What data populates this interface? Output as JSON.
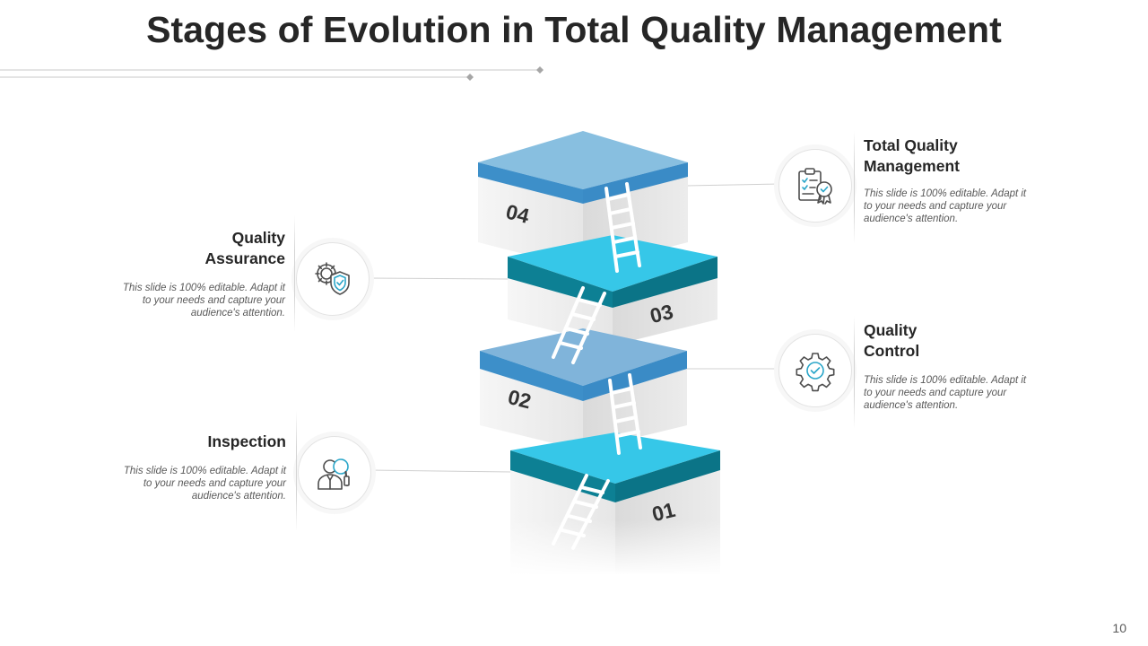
{
  "title": "Stages of Evolution in Total Quality Management",
  "page_number": "10",
  "stages": [
    {
      "number": "01",
      "title_lines": [
        "Inspection",
        ""
      ],
      "description_lines": [
        "This slide is 100% editable. Adapt it",
        "to your needs and capture your",
        "audience's attention."
      ],
      "icon": "inspection-magnifier-icon",
      "top_color": "#37c6e6",
      "edge_color": "#0c7f91"
    },
    {
      "number": "02",
      "title_lines": [
        "Quality",
        "Control"
      ],
      "description_lines": [
        "This slide is 100% editable. Adapt it",
        "to your needs and capture your",
        "audience's attention."
      ],
      "icon": "gear-check-icon",
      "top_color": "#7fb6dc",
      "edge_color": "#3b8fc8"
    },
    {
      "number": "03",
      "title_lines": [
        "Quality",
        "Assurance"
      ],
      "description_lines": [
        "This slide is 100% editable. Adapt it",
        "to your needs and capture your",
        "audience's attention."
      ],
      "icon": "gear-shield-icon",
      "top_color": "#37c6e6",
      "edge_color": "#0c7f91"
    },
    {
      "number": "04",
      "title_lines": [
        "Total Quality",
        "Management"
      ],
      "description_lines": [
        "This slide is 100% editable. Adapt it",
        "to your needs and capture your",
        "audience's attention."
      ],
      "icon": "clipboard-certificate-icon",
      "top_color": "#7fb6dc",
      "edge_color": "#3b8fc8"
    }
  ],
  "colors": {
    "title": "#262626",
    "ladder": "#ffffff",
    "block_side": "#f0f0f0",
    "icon_stroke": "#4d4d4d",
    "icon_accent": "#2aa6c9"
  }
}
